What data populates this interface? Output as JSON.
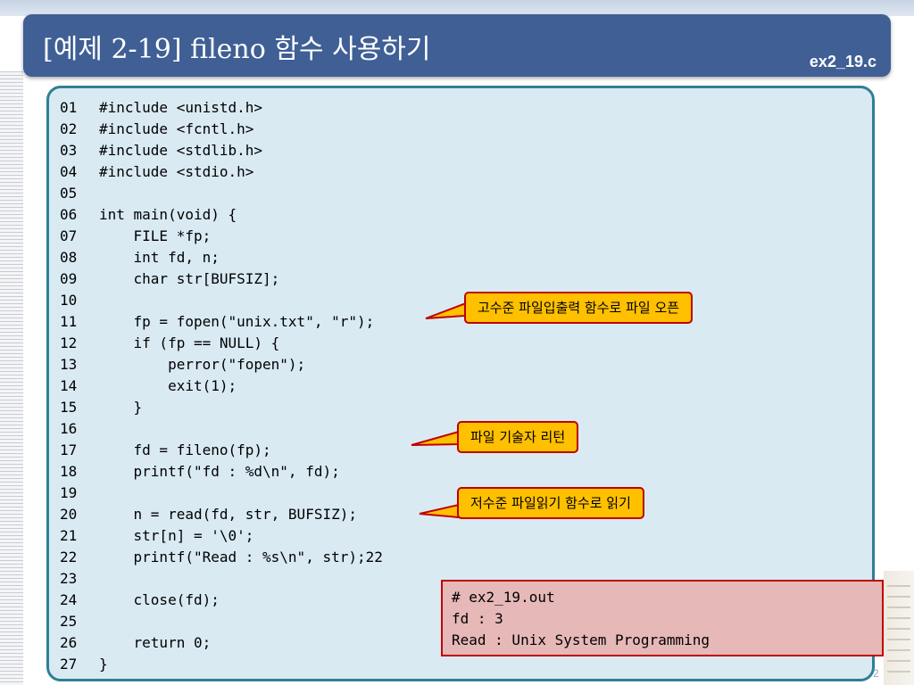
{
  "slide": {
    "title": "[예제 2-19] fileno 함수 사용하기",
    "file_name": "ex2_19.c",
    "page_number": "2"
  },
  "code_lines": [
    {
      "no": "01",
      "text": "#include <unistd.h>"
    },
    {
      "no": "02",
      "text": "#include <fcntl.h>"
    },
    {
      "no": "03",
      "text": "#include <stdlib.h>"
    },
    {
      "no": "04",
      "text": "#include <stdio.h>"
    },
    {
      "no": "05",
      "text": ""
    },
    {
      "no": "06",
      "text": "int main(void) {"
    },
    {
      "no": "07",
      "text": "    FILE *fp;"
    },
    {
      "no": "08",
      "text": "    int fd, n;"
    },
    {
      "no": "09",
      "text": "    char str[BUFSIZ];"
    },
    {
      "no": "10",
      "text": ""
    },
    {
      "no": "11",
      "text": "    fp = fopen(\"unix.txt\", \"r\");"
    },
    {
      "no": "12",
      "text": "    if (fp == NULL) {"
    },
    {
      "no": "13",
      "text": "        perror(\"fopen\");"
    },
    {
      "no": "14",
      "text": "        exit(1);"
    },
    {
      "no": "15",
      "text": "    }"
    },
    {
      "no": "16",
      "text": ""
    },
    {
      "no": "17",
      "text": "    fd = fileno(fp);"
    },
    {
      "no": "18",
      "text": "    printf(\"fd : %d\\n\", fd);"
    },
    {
      "no": "19",
      "text": ""
    },
    {
      "no": "20",
      "text": "    n = read(fd, str, BUFSIZ);"
    },
    {
      "no": "21",
      "text": "    str[n] = '\\0';"
    },
    {
      "no": "22",
      "text": "    printf(\"Read : %s\\n\", str);22"
    },
    {
      "no": "23",
      "text": ""
    },
    {
      "no": "24",
      "text": "    close(fd);"
    },
    {
      "no": "25",
      "text": ""
    },
    {
      "no": "26",
      "text": "    return 0;"
    },
    {
      "no": "27",
      "text": "}"
    }
  ],
  "callouts": [
    {
      "text": "고수준 파일입출력 함수로 파일 오픈"
    },
    {
      "text": "파일 기술자 리턴"
    },
    {
      "text": "저수준 파일읽기 함수로 읽기"
    }
  ],
  "output": [
    "# ex2_19.out",
    "fd : 3",
    "Read : Unix System Programming"
  ],
  "colors": {
    "header_bg": "#3f5f95",
    "panel_bg": "#d9eaf3",
    "panel_border": "#2f7f93",
    "callout_fill": "#ffc000",
    "callout_border": "#c00000",
    "output_fill": "#e6b8b7"
  }
}
